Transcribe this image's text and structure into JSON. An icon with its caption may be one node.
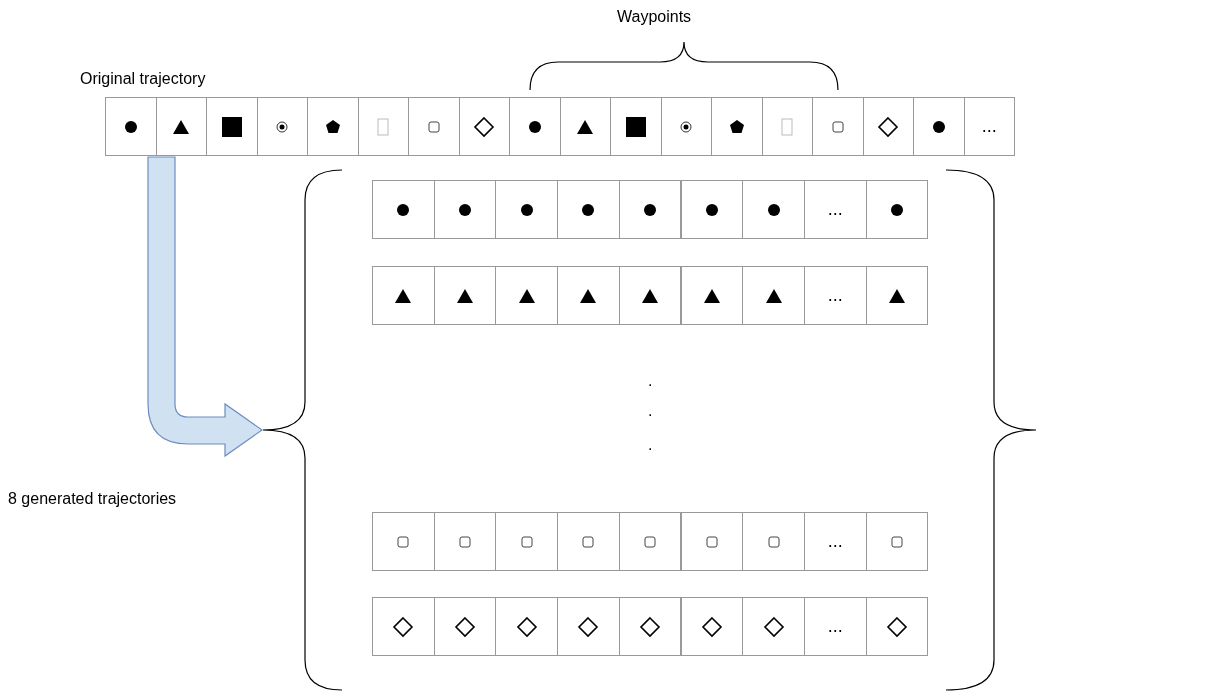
{
  "diagram": {
    "nodes": [
      {
        "text": [
          "Original trajectory"
        ]
      },
      {
        "text": [],
        "shape": "dot",
        "in": 0
      },
      {
        "text": [],
        "shape": "triangle",
        "in": 0
      },
      {
        "text": [],
        "shape": "square",
        "in": 0
      },
      {
        "text": [],
        "shape": "bullseye",
        "in": 0
      },
      {
        "text": [],
        "shape": "pentagon",
        "in": 0
      },
      {
        "text": [],
        "shape": "rectangle",
        "in": 0
      },
      {
        "text": [],
        "shape": "box",
        "in": 0
      },
      {
        "text": [],
        "shape": "diamond",
        "in": 0
      },
      {
        "text": [],
        "shape": "dot",
        "in": 0
      },
      {
        "text": [],
        "shape": "triangle",
        "in": 0
      },
      {
        "text": [],
        "shape": "square",
        "in": 0
      },
      {
        "text": [],
        "shape": "bullseye",
        "in": 0
      },
      {
        "text": [],
        "shape": "pentagon",
        "in": 0
      },
      {
        "text": [],
        "shape": "rectangle",
        "in": 0
      },
      {
        "text": [],
        "shape": "box",
        "in": 0
      },
      {
        "text": [],
        "shape": "diamond",
        "in": 0
      },
      {
        "text": [],
        "shape": "dot",
        "in": 0
      },
      {
        "text": [
          "..."
        ],
        "in": 0
      },
      {
        "text": [],
        "shape": "brace"
      },
      {
        "text": [],
        "shape": "dot",
        "in": 19
      },
      {
        "text": [],
        "shape": "dot",
        "in": 19
      },
      {
        "text": [],
        "shape": "dot",
        "in": 19
      },
      {
        "text": [],
        "shape": "dot",
        "in": 19
      },
      {
        "text": [],
        "shape": "dot",
        "in": 19
      },
      {
        "text": [],
        "shape": "dot",
        "in": 19
      },
      {
        "text": [],
        "shape": "dot",
        "in": 19
      },
      {
        "text": [
          "..."
        ],
        "in": 19
      },
      {
        "text": [],
        "shape": "dot",
        "in": 19
      },
      {
        "text": [],
        "shape": "triangle",
        "in": 19
      },
      {
        "text": [],
        "shape": "triangle",
        "in": 19
      },
      {
        "text": [],
        "shape": "triangle",
        "in": 19
      },
      {
        "text": [],
        "shape": "triangle",
        "in": 19
      },
      {
        "text": [],
        "shape": "triangle",
        "in": 19
      },
      {
        "text": [],
        "shape": "triangle",
        "in": 19
      },
      {
        "text": [],
        "shape": "triangle",
        "in": 19
      },
      {
        "text": [
          "..."
        ],
        "in": 19
      },
      {
        "text": [],
        "shape": "triangle",
        "in": 19
      },
      {
        "text": [],
        "shape": "box",
        "in": 19
      },
      {
        "text": [],
        "shape": "box",
        "in": 19
      },
      {
        "text": [],
        "shape": "box",
        "in": 19
      },
      {
        "text": [],
        "shape": "box",
        "in": 19
      },
      {
        "text": [],
        "shape": "box",
        "in": 19
      },
      {
        "text": [],
        "shape": "box",
        "in": 19
      },
      {
        "text": [],
        "shape": "box",
        "in": 19
      },
      {
        "text": [
          "..."
        ],
        "in": 19
      },
      {
        "text": [],
        "shape": "box",
        "in": 19
      },
      {
        "text": [],
        "shape": "diamond",
        "in": 19
      },
      {
        "text": [],
        "shape": "diamond",
        "in": 19
      },
      {
        "text": [],
        "shape": "diamond",
        "in": 19
      },
      {
        "text": [],
        "shape": "diamond",
        "in": 19
      },
      {
        "text": [],
        "shape": "diamond",
        "in": 19
      },
      {
        "text": [],
        "shape": "diamond",
        "in": 19
      },
      {
        "text": [],
        "shape": "diamond",
        "in": 19
      },
      {
        "text": [
          "..."
        ],
        "in": 19
      },
      {
        "text": [],
        "shape": "diamond",
        "in": 19
      }
    ],
    "edges": [
      {
        "from": 0,
        "to": 19,
        "arrow": "to"
      }
    ],
    "labels": [
      "Waypoints",
      ".",
      ".",
      ".",
      "8 generated trajectories"
    ]
  }
}
